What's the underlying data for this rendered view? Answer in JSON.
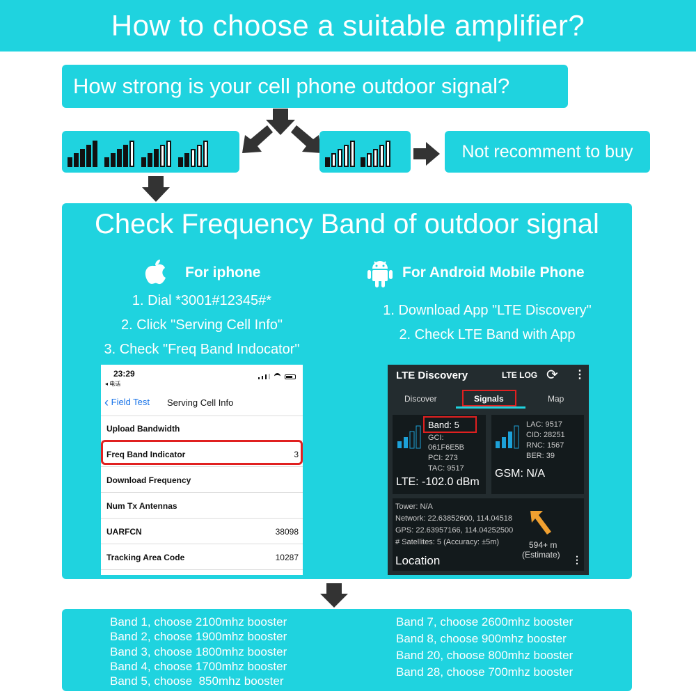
{
  "title": "How to choose a suitable amplifier?",
  "question": "How strong is your cell phone outdoor signal?",
  "not_recommend": "Not recomment to buy",
  "check_title": "Check Frequency Band of outdoor signal",
  "iphone": {
    "heading": "For iphone",
    "steps": [
      "1. Dial  *3001#12345#*",
      "2. Click \"Serving Cell Info\"",
      "3. Check \"Freq Band Indocator\""
    ],
    "screen": {
      "time": "23:29",
      "carrier": "◂ 电话",
      "back_label": "Field Test",
      "nav_title": "Serving Cell Info",
      "rows": [
        {
          "label": "Upload Bandwidth",
          "value": ""
        },
        {
          "label": "Freq Band Indicator",
          "value": "3"
        },
        {
          "label": "Download Frequency",
          "value": ""
        },
        {
          "label": "Num Tx Antennas",
          "value": ""
        },
        {
          "label": "UARFCN",
          "value": "38098"
        },
        {
          "label": "Tracking Area Code",
          "value": "10287"
        }
      ]
    }
  },
  "android": {
    "heading": "For Android Mobile Phone",
    "steps": [
      "1. Download App \"LTE Discovery\"",
      "2. Check LTE Band with App"
    ],
    "app": {
      "title": "LTE Discovery",
      "log": "LTE LOG",
      "tabs": [
        "Discover",
        "Signals",
        "Map"
      ],
      "lte_panel": {
        "band": "Band: 5",
        "gci": "GCI:",
        "gci_val": "061F6E5B",
        "pci": "PCI: 273",
        "tac": "TAC: 9517",
        "dbm": "LTE: -102.0 dBm"
      },
      "gsm_panel": {
        "lac": "LAC: 9517",
        "cid": "CID: 28251",
        "rnc": "RNC: 1567",
        "ber": "BER: 39",
        "status": "GSM: N/A"
      },
      "location": {
        "tower": "Tower: N/A",
        "network": "Network: 22.63852600, 114.04518",
        "gps": "GPS: 22.63957166, 114.04252500",
        "sats": "# Satellites: 5 (Accuracy: ±5m)",
        "distance": "594+ m",
        "estimate": "(Estimate)",
        "label": "Location"
      }
    }
  },
  "bands_left": [
    "Band 1, choose 2100mhz booster",
    "Band 2, choose 1900mhz booster",
    "Band 3, choose 1800mhz booster",
    "Band 4, choose 1700mhz booster",
    "Band 5, choose  850mhz booster"
  ],
  "bands_right": [
    "Band 7, choose 2600mhz booster",
    "Band 8, choose 900mhz booster",
    "Band 20, choose 800mhz booster",
    "Band 28, choose 700mhz booster"
  ],
  "signal_good": [
    5,
    4,
    3,
    2
  ],
  "signal_weak": [
    1,
    1
  ],
  "colors": {
    "accent": "#1fd3df",
    "arrow": "#333333",
    "highlight": "#e02020",
    "gauge": "#1da1d8"
  }
}
